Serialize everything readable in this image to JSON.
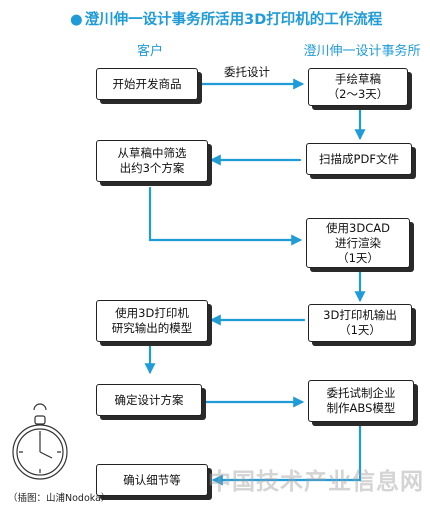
{
  "title": "澄川伸一设计事务所活用3D打印机的工作流程",
  "columns": {
    "left": "客户",
    "right": "澄川伸一设计事务所"
  },
  "edge_label": "委托设计",
  "steps": {
    "s1": "开始开发商品",
    "s2": "手绘草稿\n（2～3天）",
    "s3": "扫描成PDF文件",
    "s4": "从草稿中筛选\n出约3个方案",
    "s5": "使用3DCAD\n进行渲染\n（1天）",
    "s6": "3D打印机输出\n（1天）",
    "s7": "使用3D打印机\n研究输出的模型",
    "s8": "确定设计方案",
    "s9": "委托试制企业\n制作ABS模型",
    "s10": "确认细节等"
  },
  "credit": "（插图：山浦Nodoka）",
  "watermark": "中国技术产业信息网",
  "colors": {
    "accent": "#1f9bd7",
    "box_border": "#222222"
  }
}
